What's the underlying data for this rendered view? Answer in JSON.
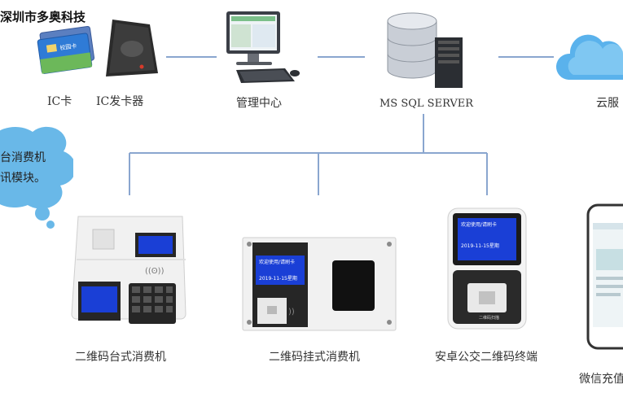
{
  "header": {
    "company": "深圳市多奥科技"
  },
  "top_row": {
    "ic_card": "IC卡",
    "ic_card_text": "校园卡",
    "ic_issuer": "IC发卡器",
    "management": "管理中心",
    "database": "MS SQL SERVER",
    "cloud": "云服"
  },
  "bubble": {
    "line1": "台消费机",
    "line2": "讯模块。"
  },
  "devices": {
    "desktop": "二维码台式消费机",
    "wall": "二维码挂式消费机",
    "bus": "安卓公交二维码终端",
    "wechat": "微信充值"
  },
  "screens": {
    "wall_line1": "欢迎使用/请刷卡",
    "wall_line3": "2019-11-15星期",
    "bus_line1": "欢迎使用/请刷卡",
    "bus_line3": "2019-11-15星期",
    "bus_footer": "二维码扫描"
  },
  "colors": {
    "line": "#7f9ec8",
    "screen": "#1a3fd6",
    "device": "#f1f1f1"
  }
}
